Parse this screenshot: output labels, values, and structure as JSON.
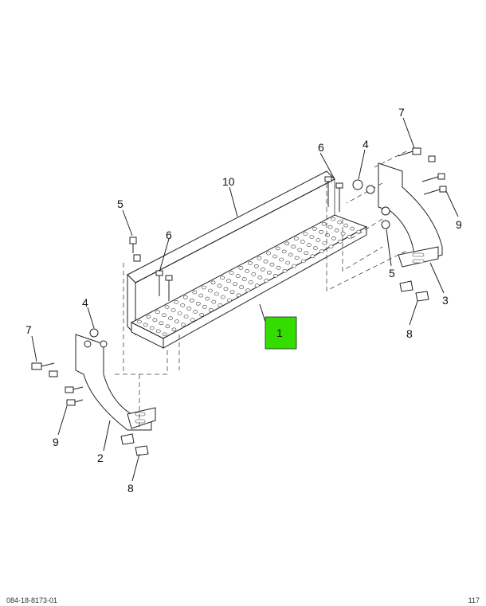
{
  "callouts": {
    "c1": "1",
    "c2": "2",
    "c3": "3",
    "c4a": "4",
    "c4b": "4",
    "c5a": "5",
    "c5b": "5",
    "c6a": "6",
    "c6b": "6",
    "c7a": "7",
    "c7b": "7",
    "c8a": "8",
    "c8b": "8",
    "c9a": "9",
    "c9b": "9",
    "c10": "10"
  },
  "highlight_color": "#33dd00",
  "footer": {
    "left": "084-18-8173-01",
    "right": "117"
  }
}
